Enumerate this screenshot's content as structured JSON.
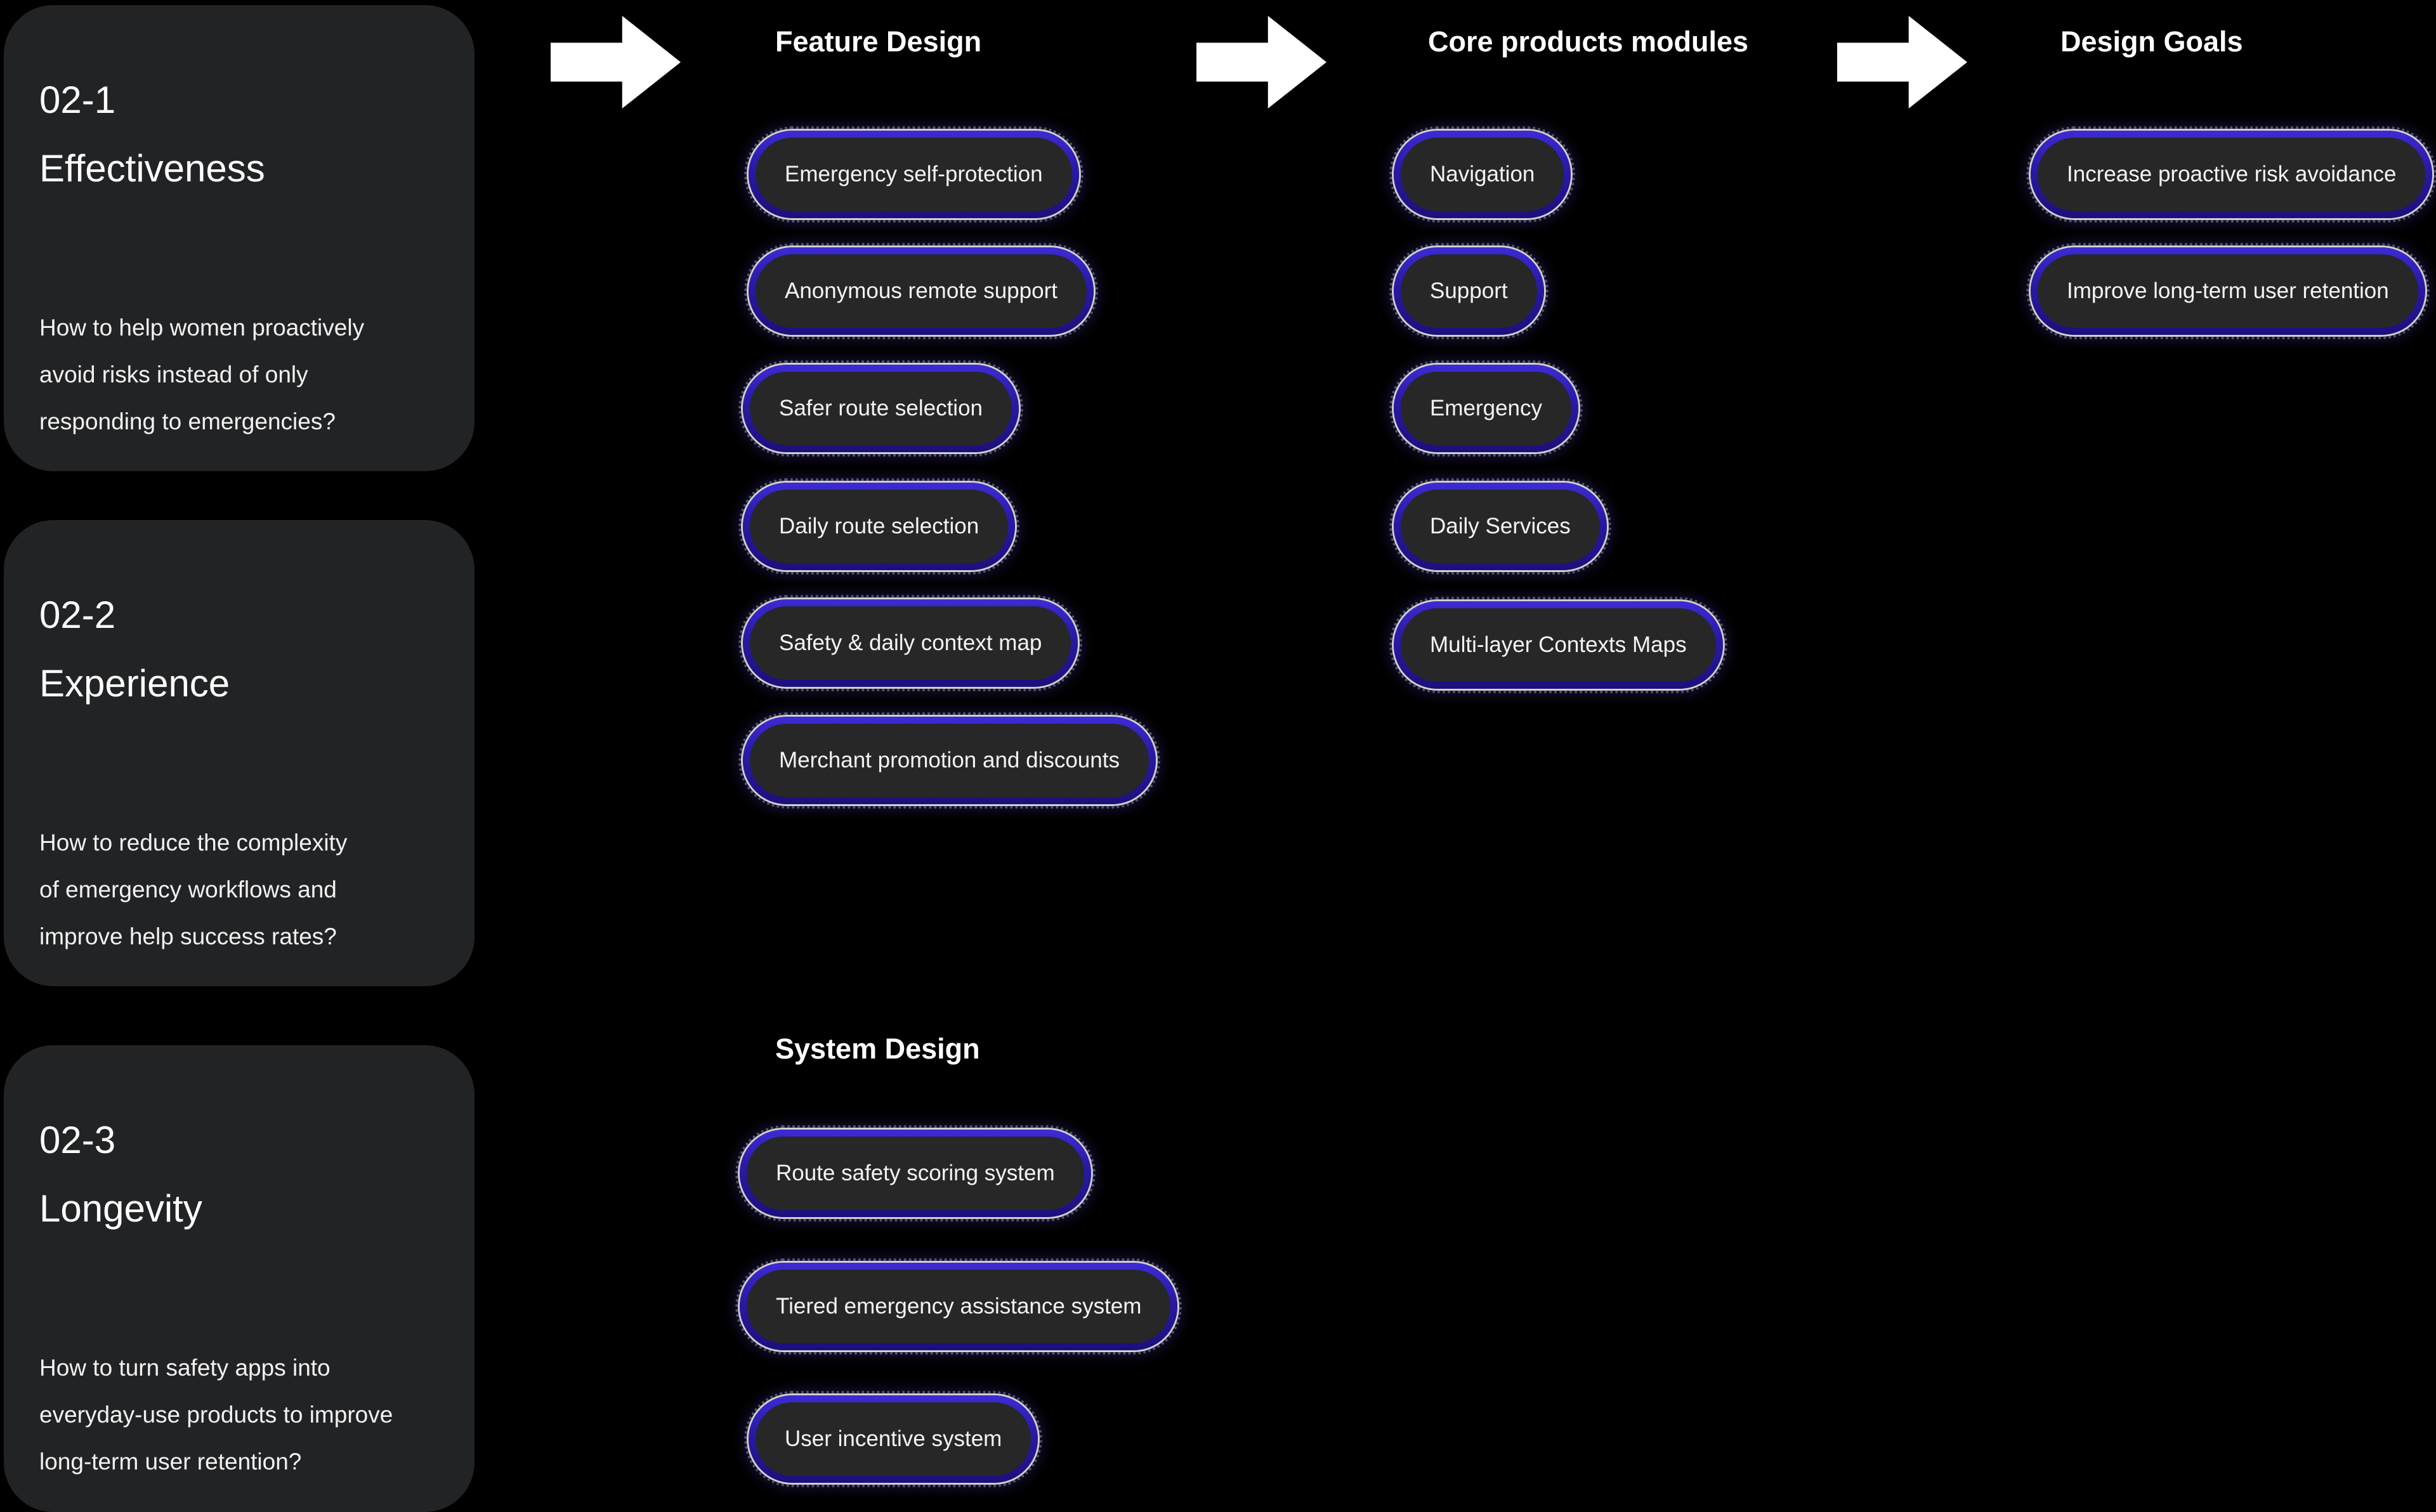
{
  "problem_cards": [
    {
      "code": "02-1",
      "title": "Effectiveness",
      "question": "How to help women proactively\navoid risks instead of only\nresponding to emergencies?"
    },
    {
      "code": "02-2",
      "title": "Experience",
      "question": "How to reduce the complexity\nof emergency workflows and\nimprove help success rates?"
    },
    {
      "code": "02-3",
      "title": "Longevity",
      "question": "How to turn safety apps into\neveryday-use products to improve\nlong-term user retention?"
    }
  ],
  "flow": {
    "feature_design": {
      "header": "Feature Design",
      "pills": [
        "Emergency self-protection",
        "Anonymous remote support",
        "Safer route selection",
        "Daily route selection",
        "Safety & daily context map",
        "Merchant promotion and discounts"
      ]
    },
    "core_modules": {
      "header": "Core products modules",
      "pills": [
        "Navigation",
        "Support",
        "Emergency",
        "Daily Services",
        "Multi-layer Contexts Maps"
      ]
    },
    "design_goals": {
      "header": "Design Goals",
      "pills": [
        "Increase proactive risk avoidance",
        "Improve long-term user retention"
      ]
    },
    "system_design": {
      "header": "System Design",
      "pills": [
        "Route safety scoring system",
        "Tiered emergency assistance system",
        "User incentive system"
      ]
    }
  },
  "colors": {
    "background": "#000000",
    "card_background": "#222325",
    "pill_fill": "#272728",
    "pill_ring": "#2a1aa8",
    "text": "#ffffff"
  }
}
